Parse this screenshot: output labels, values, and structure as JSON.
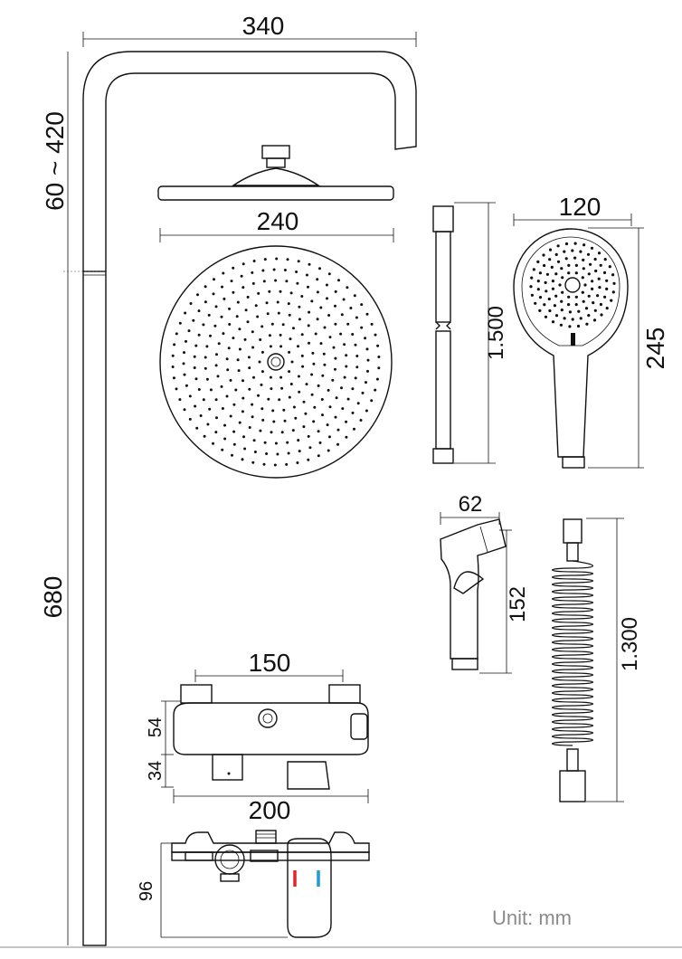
{
  "dimensions": {
    "top_width": "340",
    "top_height": "60 ~ 420",
    "pole_height": "680",
    "head_diameter": "240",
    "hose_length": "1.500",
    "hand_width": "120",
    "hand_height": "245",
    "sprayer_width": "62",
    "sprayer_height": "152",
    "spiral_length": "1.300",
    "mixer_center": "150",
    "mixer_h1": "54",
    "mixer_h2": "34",
    "mixer_width": "200",
    "mixer_depth": "96"
  },
  "unit_label": "Unit: mm",
  "colors": {
    "hot": "#e0262b",
    "cold": "#1e9ad6",
    "line": "#111111",
    "unit_text": "#8a8a8a"
  }
}
